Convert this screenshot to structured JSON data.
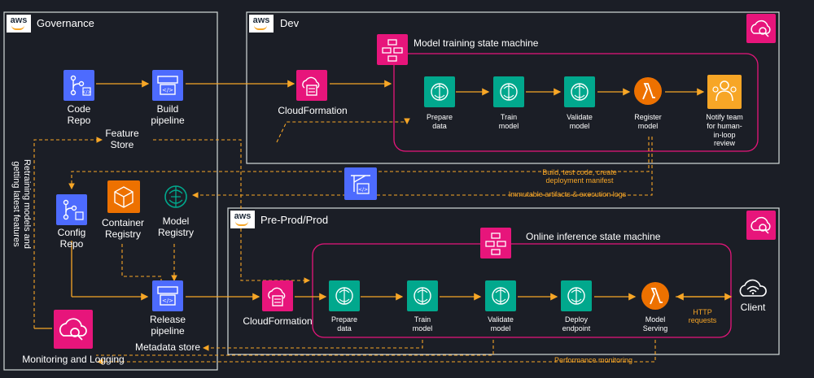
{
  "colors": {
    "background": "#1b1e26",
    "arrow": "#f7a626",
    "state_machine_border": "#e7157b",
    "ml_icon": "#01a88d",
    "devops_icon": "#4d6bfe",
    "management_icon": "#e7157b",
    "container_icon": "#ed7100"
  },
  "aws_logo_text": "aws",
  "governance": {
    "title": "Governance",
    "code_repo": "Code\nRepo",
    "build_pipeline": "Build\npipeline",
    "feature_store": "Feature\nStore",
    "config_repo": "Config\nRepo",
    "container_registry": "Container\nRegistry",
    "model_registry": "Model\nRegistry",
    "release_pipeline": "Release\npipeline",
    "metadata_store": "Metadata store",
    "monitoring": "Monitoring and Logging",
    "retraining": "Retraining models and\ngetting latest features"
  },
  "dev": {
    "title": "Dev",
    "cloudformation": "CloudFormation",
    "state_machine_title": "Model training state machine",
    "steps": [
      "Prepare\ndata",
      "Train\nmodel",
      "Validate\nmodel",
      "Register\nmodel",
      "Notify team\nfor human-\nin-loop\nreview"
    ]
  },
  "middle": {
    "build_test": "Build, test code, create\ndeployment manifest",
    "artifacts": "Immutable artifacts & execution logs"
  },
  "prod": {
    "title": "Pre-Prod/Prod",
    "cloudformation": "CloudFormation",
    "state_machine_title": "Online inference state machine",
    "steps": [
      "Prepare\ndata",
      "Train\nmodel",
      "Validate\nmodel",
      "Deploy\nendpoint",
      "Model\nServing"
    ],
    "http_requests": "HTTP\nrequests",
    "client": "Client",
    "performance_monitoring": "Performance monitoring"
  }
}
